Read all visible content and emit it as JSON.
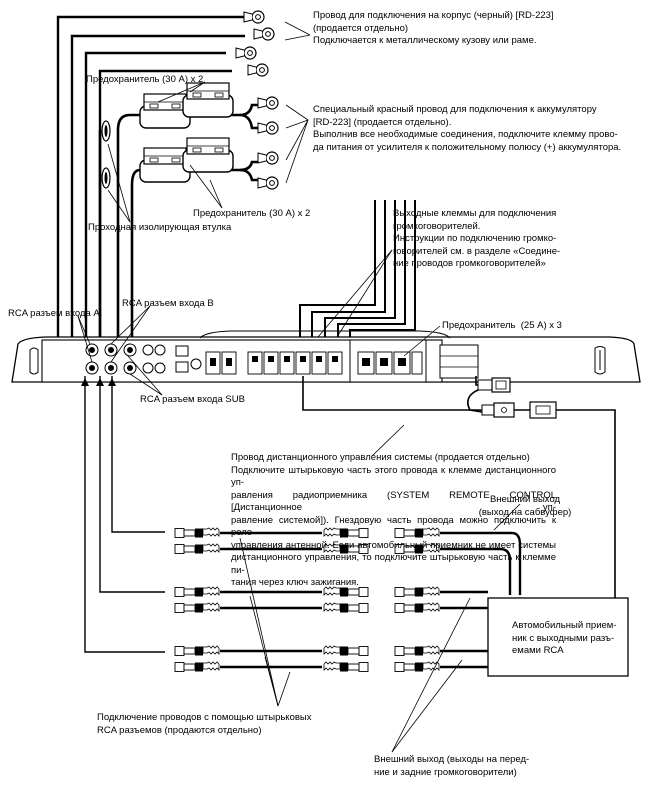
{
  "labels": {
    "ground_wire": [
      "Провод для подключения на корпус (черный) [RD-223]",
      "(продается отдельно)",
      "Подключается к металлическому кузову или раме."
    ],
    "fuse_top": "Предохранитель (30 A) x 2",
    "battery_wire": [
      "Специальный красный провод для подключения к аккумулятору",
      "[RD-223] (продается отдельно).",
      "Выполнив все необходимые соединения, подключите клемму прово-",
      "да питания от усилителя к положительному полюсу (+) аккумулятора."
    ],
    "fuse_bottom": "Предохранитель (30 A) x 2",
    "grommet": "Проходная изолирующая втулка",
    "speaker_terminals": [
      "Выходные клеммы для подключения",
      "громкоговорителей.",
      "Инструкции по подключению громко-",
      "говорителей см. в разделе «Соедине-",
      "ние проводов громкоговорителей»"
    ],
    "rca_a": "RCA разъем входа A",
    "rca_b": "RCA разъем входа B",
    "fuse_amp": "Предохранитель  (25 A) x 3",
    "rca_sub": "RCA разъем входа SUB",
    "remote_wire": [
      "Провод дистанционного управления системы (продается отдельно)",
      "Подключите штырьковую часть этого провода к клемме дистанционного уп-",
      "равления радиоприемника (SYSTEM REMOTE CONTROL [Дистанционное уп-",
      "равление системой]). Гнездовую часть провода можно подключить к реле",
      "управления антенной. Если автомобильный приемник не имеет системы",
      "дистанционного управления, то подключите штырьковую часть к клемме пи-",
      "тания через ключ зажигания."
    ],
    "ext_out_sub": [
      "Внешний выход",
      "(выход на сабвуфер)"
    ],
    "receiver": [
      "Автомобильный прием-",
      "ник с выходными разъ-",
      "емами RCA"
    ],
    "rca_cables": [
      "Подключение проводов с помощью штырьковых",
      "RCA разъемов (продаются отдельно)"
    ],
    "ext_out_speakers": [
      "Внешний выход (выходы на перед-",
      "ние и задние громкоговорители)"
    ]
  }
}
